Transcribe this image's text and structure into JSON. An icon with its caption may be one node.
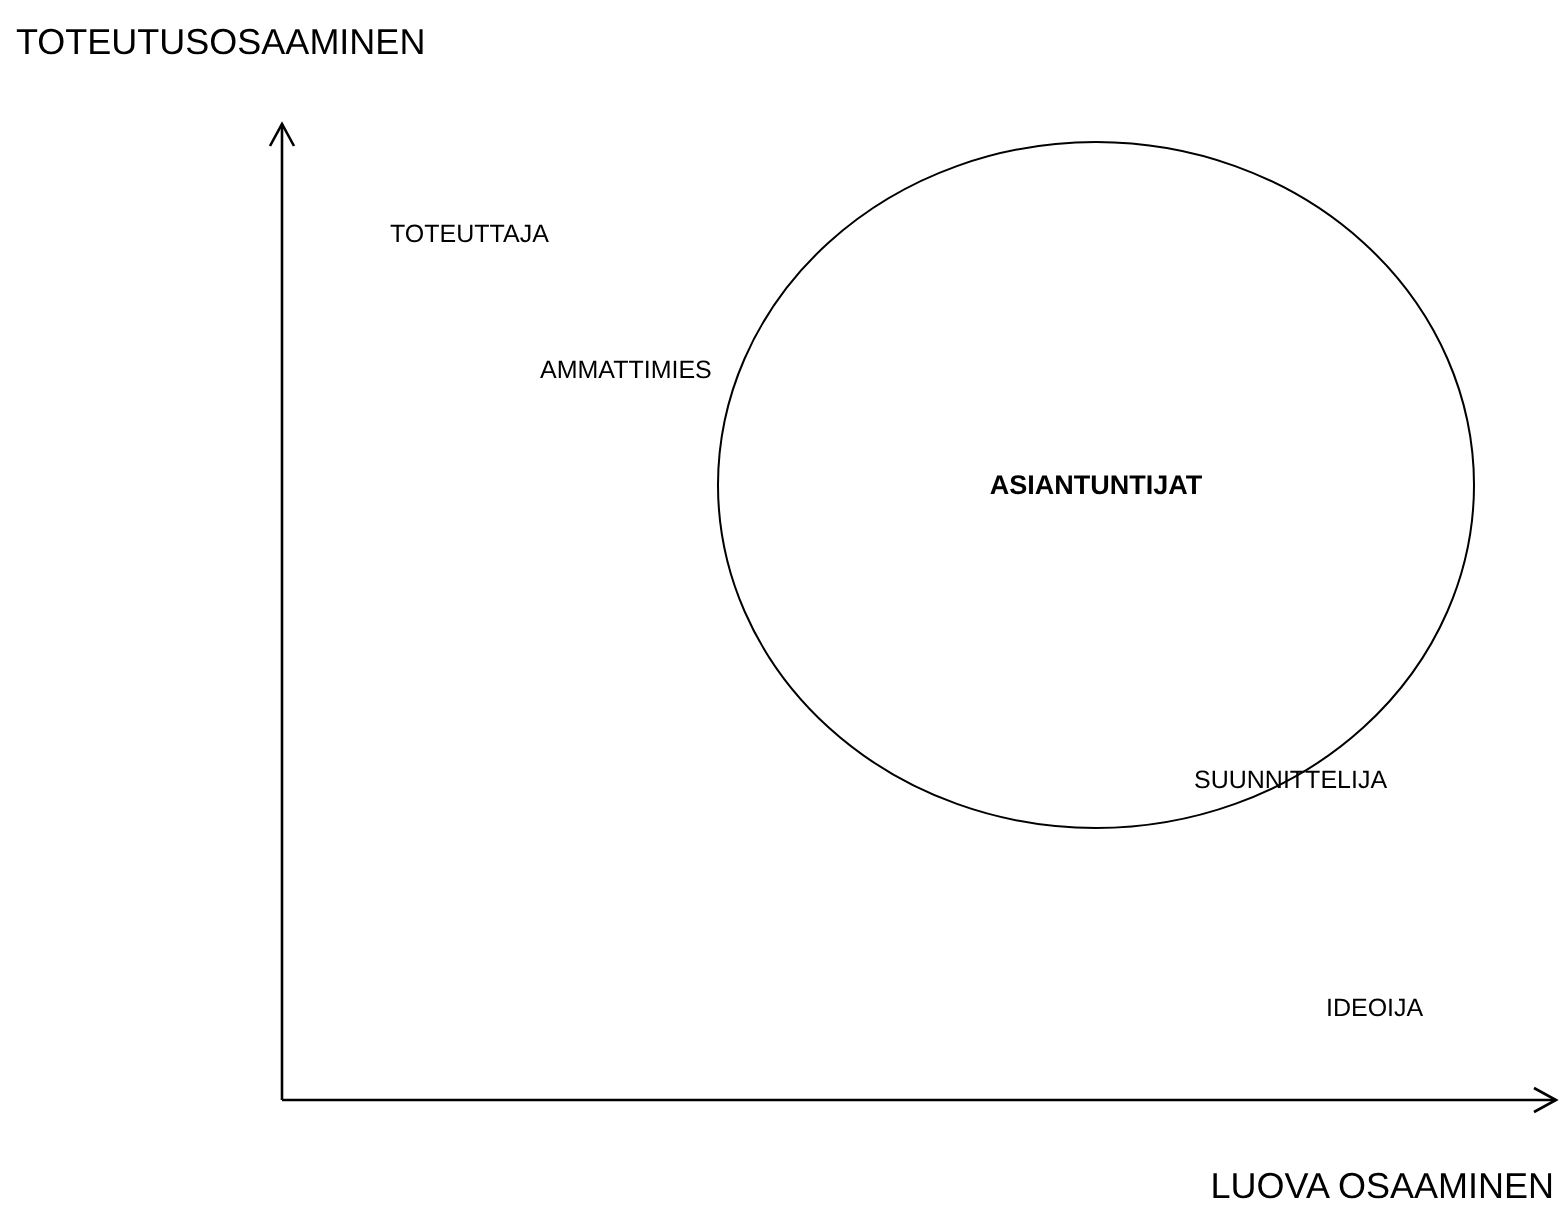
{
  "diagram": {
    "nodes": [
      {
        "text": [
          "ASIANTUNTIJAT"
        ]
      }
    ],
    "labels": [
      "TOTEUTUSOSAAMINEN",
      "TOTEUTTAJA",
      "AMMATTIMIES",
      "SUUNNITTELIJA",
      "IDEOIJA",
      "LUOVA OSAAMINEN"
    ]
  }
}
